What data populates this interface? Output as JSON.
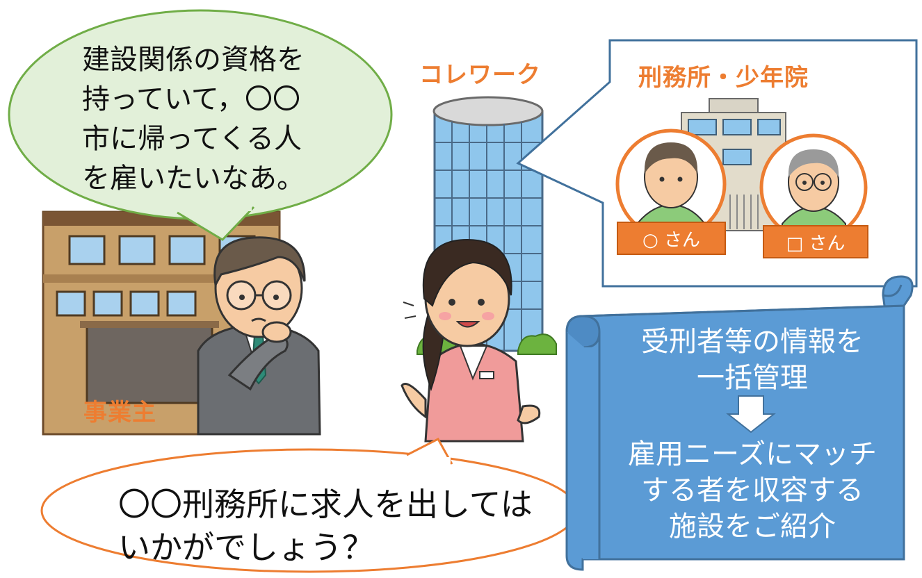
{
  "speech_employer": "建設関係の資格を\n持っていて，〇〇\n市に帰ってくる人\nを雇いたいなあ。",
  "speech_staff": "〇〇刑務所に求人を出しては\nいかがでしょう？",
  "label_employer": "事業主",
  "label_corework": "コレワーク",
  "label_facility": "刑務所・少年院",
  "inmate_tags": [
    "○ さん",
    "□ さん"
  ],
  "scroll_top": "受刑者等の情報を\n一括管理",
  "scroll_bottom": "雇用ニーズにマッチ\nする者を収容する\n施設をご紹介",
  "colors": {
    "accent_orange": "#ED7D31",
    "bubble_green": "#E2F0D9",
    "bubble_green_border": "#70AD47",
    "scroll_blue": "#5B9BD5",
    "scroll_blue_dark": "#41719C"
  },
  "icons": [
    "down-arrow-icon"
  ]
}
